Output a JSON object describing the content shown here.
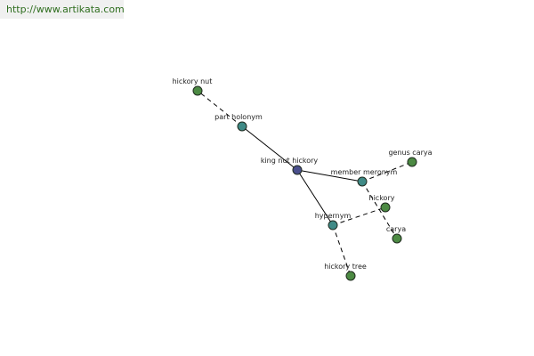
{
  "source_link": {
    "text": "http://www.artikata.com"
  },
  "colors": {
    "center": "#4a4f8c",
    "relation": "#3f8a86",
    "leaf": "#4c8a43",
    "link": "#2f6e1f"
  },
  "nodes": [
    {
      "id": "king-nut-hickory",
      "label": "king nut hickory",
      "kind": "center"
    },
    {
      "id": "part-holonym",
      "label": "part holonym",
      "kind": "relation"
    },
    {
      "id": "member-meronym",
      "label": "member meronym",
      "kind": "relation"
    },
    {
      "id": "hypernym",
      "label": "hypernym",
      "kind": "relation"
    },
    {
      "id": "hickory-nut",
      "label": "hickory nut",
      "kind": "leaf"
    },
    {
      "id": "genus-carya",
      "label": "genus carya",
      "kind": "leaf"
    },
    {
      "id": "hickory",
      "label": "hickory",
      "kind": "leaf"
    },
    {
      "id": "carya",
      "label": "carya",
      "kind": "leaf"
    },
    {
      "id": "hickory-tree",
      "label": "hickory tree",
      "kind": "leaf"
    }
  ],
  "edges": [
    {
      "from": "king-nut-hickory",
      "to": "part-holonym",
      "style": "solid"
    },
    {
      "from": "king-nut-hickory",
      "to": "member-meronym",
      "style": "solid"
    },
    {
      "from": "king-nut-hickory",
      "to": "hypernym",
      "style": "solid"
    },
    {
      "from": "part-holonym",
      "to": "hickory-nut",
      "style": "dashed"
    },
    {
      "from": "member-meronym",
      "to": "genus-carya",
      "style": "dashed"
    },
    {
      "from": "member-meronym",
      "to": "carya",
      "style": "dashed"
    },
    {
      "from": "hypernym",
      "to": "hickory",
      "style": "dashed"
    },
    {
      "from": "hypernym",
      "to": "hickory-tree",
      "style": "dashed"
    }
  ]
}
